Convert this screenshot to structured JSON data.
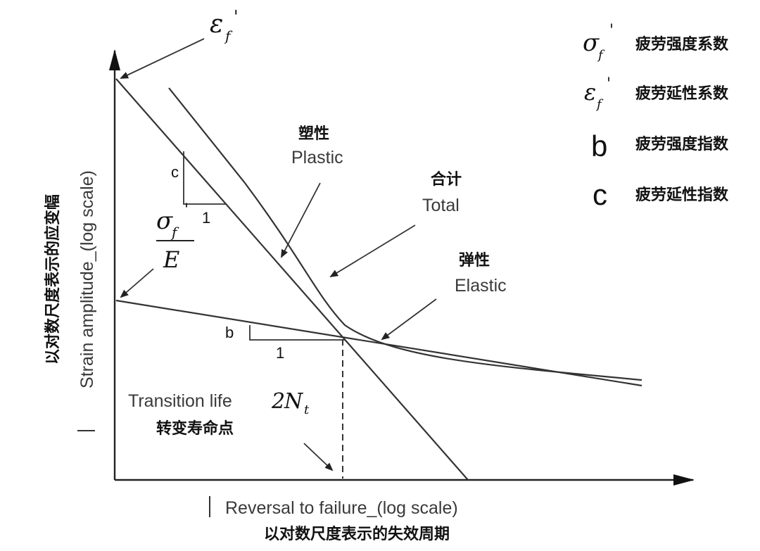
{
  "legend": [
    {
      "symbol_base": "σ",
      "symbol_sub": "f",
      "symbol_sup": "'",
      "text": "疲劳强度系数"
    },
    {
      "symbol_base": "ε",
      "symbol_sub": "f",
      "symbol_sup": "'",
      "text": "疲劳延性系数"
    },
    {
      "symbol": "b",
      "text": "疲劳强度指数"
    },
    {
      "symbol": "c",
      "text": "疲劳延性指数"
    }
  ],
  "intercepts": {
    "plastic_base": "ε",
    "plastic_sub": "f",
    "plastic_sup": "'",
    "elastic_num_base": "σ",
    "elastic_num_sub": "f",
    "elastic_num_sup": "'",
    "elastic_den": "E"
  },
  "curves": {
    "plastic_cn": "塑性",
    "plastic_en": "Plastic",
    "total_cn": "合计",
    "total_en": "Total",
    "elastic_cn": "弹性",
    "elastic_en": "Elastic"
  },
  "slopes": {
    "plastic_rise": "c",
    "plastic_run": "1",
    "elastic_rise": "b",
    "elastic_run": "1"
  },
  "transition": {
    "label": "Transition life",
    "symbol_2": "2",
    "symbol_N": "N",
    "symbol_sub": "t",
    "cn": "转变寿命点"
  },
  "axes": {
    "x_label": "Reversal to failure_(log scale)",
    "x_label_cn": "以对数尺度表示的失效周期",
    "y_label": "Strain amplitude_(log scale)",
    "y_label_cn": "以对数尺度表示的应变幅"
  }
}
